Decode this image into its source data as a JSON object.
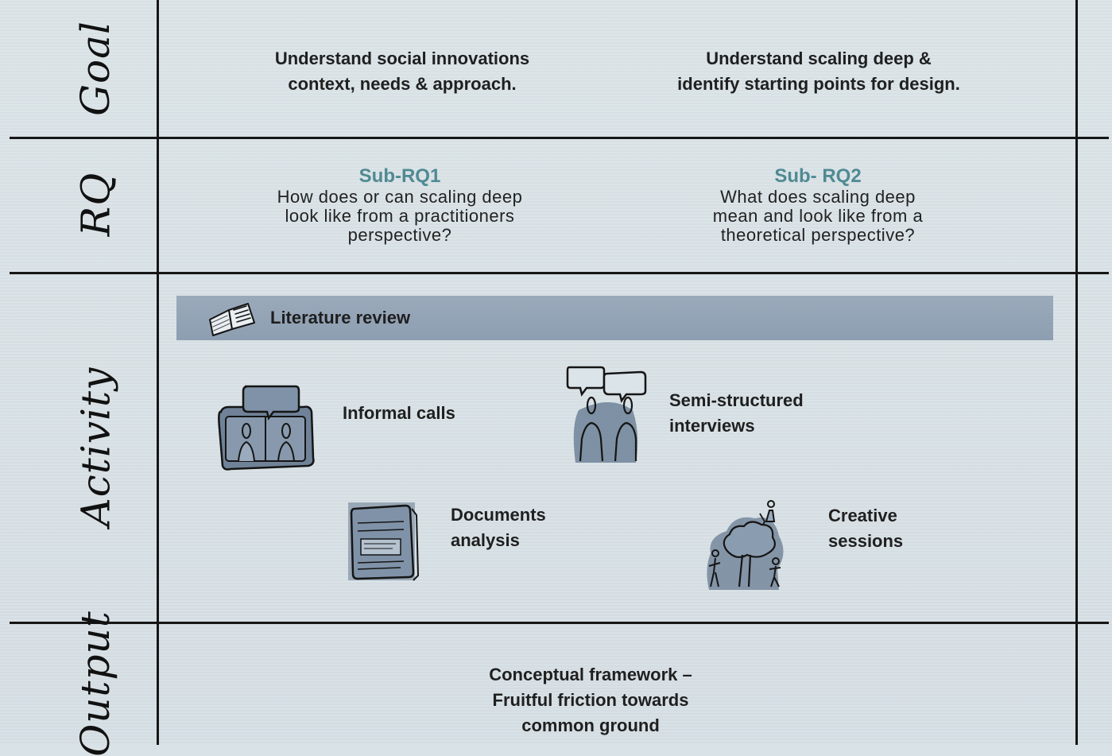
{
  "rows": {
    "goal": "Goal",
    "rq": "RQ",
    "activity": "Activity",
    "output": "Output"
  },
  "goal": {
    "left": [
      "Understand social innovations",
      "context, needs & approach."
    ],
    "right": [
      "Understand scaling deep &",
      "identify starting points for design."
    ]
  },
  "rq": {
    "left": {
      "title": "Sub-RQ1",
      "body": [
        "How does or can scaling deep",
        "look like from a practitioners",
        "perspective?"
      ]
    },
    "right": {
      "title": "Sub- RQ2",
      "body": [
        "What does scaling deep",
        "mean and look like from a",
        "theoretical perspective?"
      ]
    }
  },
  "activity": {
    "literature_review": "Literature review",
    "informal_calls": "Informal calls",
    "semi_structured": [
      "Semi-structured",
      "interviews"
    ],
    "documents": [
      "Documents",
      "analysis"
    ],
    "creative": [
      "Creative",
      "sessions"
    ]
  },
  "output": [
    "Conceptual framework –",
    "Fruitful friction towards",
    "common ground"
  ],
  "colors": {
    "background": "#d9e2e6",
    "accent_teal": "#4f8a92",
    "bar_blue_grey": "#8d9eb1",
    "icon_fill": "#6f8298",
    "ink": "#161616"
  },
  "icons": [
    "open-book-icon",
    "video-call-icon",
    "interview-people-icon",
    "document-stack-icon",
    "creative-session-icon"
  ]
}
